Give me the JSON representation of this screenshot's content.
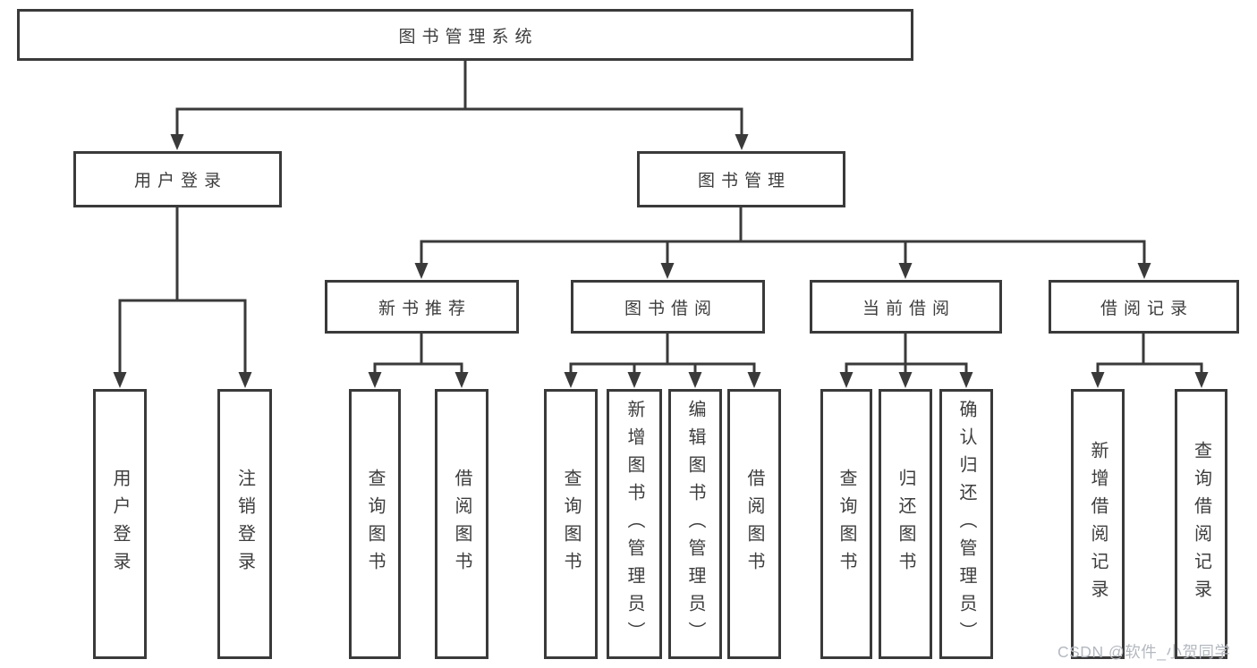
{
  "tree": {
    "label": "图书管理系统",
    "children": [
      {
        "label": "用户登录",
        "children": [
          {
            "label": "用户登录"
          },
          {
            "label": "注销登录"
          }
        ]
      },
      {
        "label": "图书管理",
        "children": [
          {
            "label": "新书推荐",
            "children": [
              {
                "label": "查询图书"
              },
              {
                "label": "借阅图书"
              }
            ]
          },
          {
            "label": "图书借阅",
            "children": [
              {
                "label": "查询图书"
              },
              {
                "label": "新增图书（管理员）"
              },
              {
                "label": "编辑图书（管理员）"
              },
              {
                "label": "借阅图书"
              }
            ]
          },
          {
            "label": "当前借阅",
            "children": [
              {
                "label": "查询图书"
              },
              {
                "label": "归还图书"
              },
              {
                "label": "确认归还（管理员）"
              }
            ]
          },
          {
            "label": "借阅记录",
            "children": [
              {
                "label": "新增借阅记录"
              },
              {
                "label": "查询借阅记录"
              }
            ]
          }
        ]
      }
    ]
  },
  "watermark": "CSDN @软件_小贺同学",
  "colors": {
    "line": "#3a3a3a",
    "text": "#3d3d3d",
    "watermark": "#b4b9c0",
    "background": "#ffffff"
  }
}
